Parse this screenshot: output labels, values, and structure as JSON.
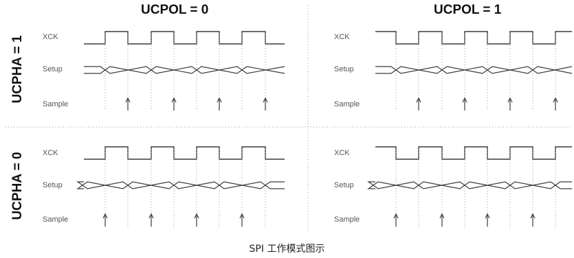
{
  "column_headers": [
    "UCPOL = 0",
    "UCPOL = 1"
  ],
  "row_headers": [
    "UCPHA = 1",
    "UCPHA = 0"
  ],
  "signal_labels": {
    "clock": "XCK",
    "setup": "Setup",
    "sample": "Sample"
  },
  "caption": "SPI 工作模式图示",
  "colors": {
    "waveform": "#3a3a3a",
    "grid_dots": "#9a9a9a",
    "text": "#111111"
  },
  "panels": [
    {
      "id": "ucpha1-ucpol0",
      "column": "UCPOL = 0",
      "row": "UCPHA = 1",
      "clock_idle": "low",
      "sample_edge": "falling"
    },
    {
      "id": "ucpha1-ucpol1",
      "column": "UCPOL = 1",
      "row": "UCPHA = 1",
      "clock_idle": "high",
      "sample_edge": "rising"
    },
    {
      "id": "ucpha0-ucpol0",
      "column": "UCPOL = 0",
      "row": "UCPHA = 0",
      "clock_idle": "low",
      "sample_edge": "rising"
    },
    {
      "id": "ucpha0-ucpol1",
      "column": "UCPOL = 1",
      "row": "UCPHA = 0",
      "clock_idle": "high",
      "sample_edge": "falling"
    }
  ]
}
